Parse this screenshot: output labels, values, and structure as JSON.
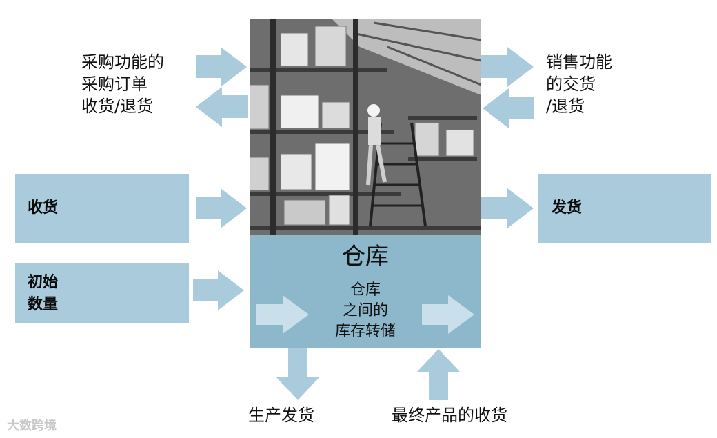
{
  "labels": {
    "purchase": "采购功能的\n采购订单\n收货/退货",
    "sales": "销售功能\n的交货\n/退货",
    "production_issue": "生产发货",
    "final_receipt": "最终产品的收货"
  },
  "boxes": {
    "receiving": "收货",
    "initial_qty": "初始\n数量",
    "shipping": "发货"
  },
  "warehouse": {
    "title": "仓库",
    "subtitle": "仓库\n之间的\n库存转储"
  },
  "watermark": "大数跨境",
  "colors": {
    "arrow": "#a9cbdc",
    "box": "#a9cbdc",
    "warehouse": "#8db8cc"
  }
}
